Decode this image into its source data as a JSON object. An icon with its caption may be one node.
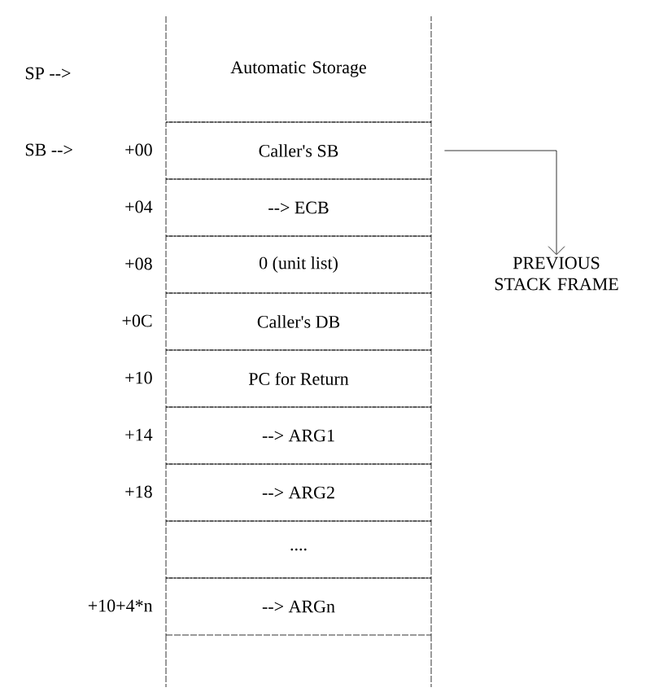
{
  "diagram": {
    "nodes": [
      {
        "text": [
          "Automatic Storage"
        ]
      },
      {
        "text": [
          "Caller's SB"
        ]
      },
      {
        "text": [
          "--> ECB"
        ]
      },
      {
        "text": [
          "0 (unit list)"
        ]
      },
      {
        "text": [
          "Caller's DB"
        ]
      },
      {
        "text": [
          "PC for Return"
        ]
      },
      {
        "text": [
          "--> ARG1"
        ]
      },
      {
        "text": [
          "--> ARG2"
        ]
      },
      {
        "text": [
          "...."
        ]
      },
      {
        "text": [
          "--> ARGn"
        ]
      },
      {
        "text": [
          "PREVIOUS STACK FRAME"
        ]
      }
    ],
    "edges": [
      {
        "from": 1,
        "to": 10,
        "arrow": "to"
      }
    ],
    "labels": [
      "SP -->",
      "SB -->",
      "+00",
      "+04",
      "+08",
      "+0C",
      "+10",
      "+14",
      "+18",
      "+10+4*n"
    ]
  }
}
